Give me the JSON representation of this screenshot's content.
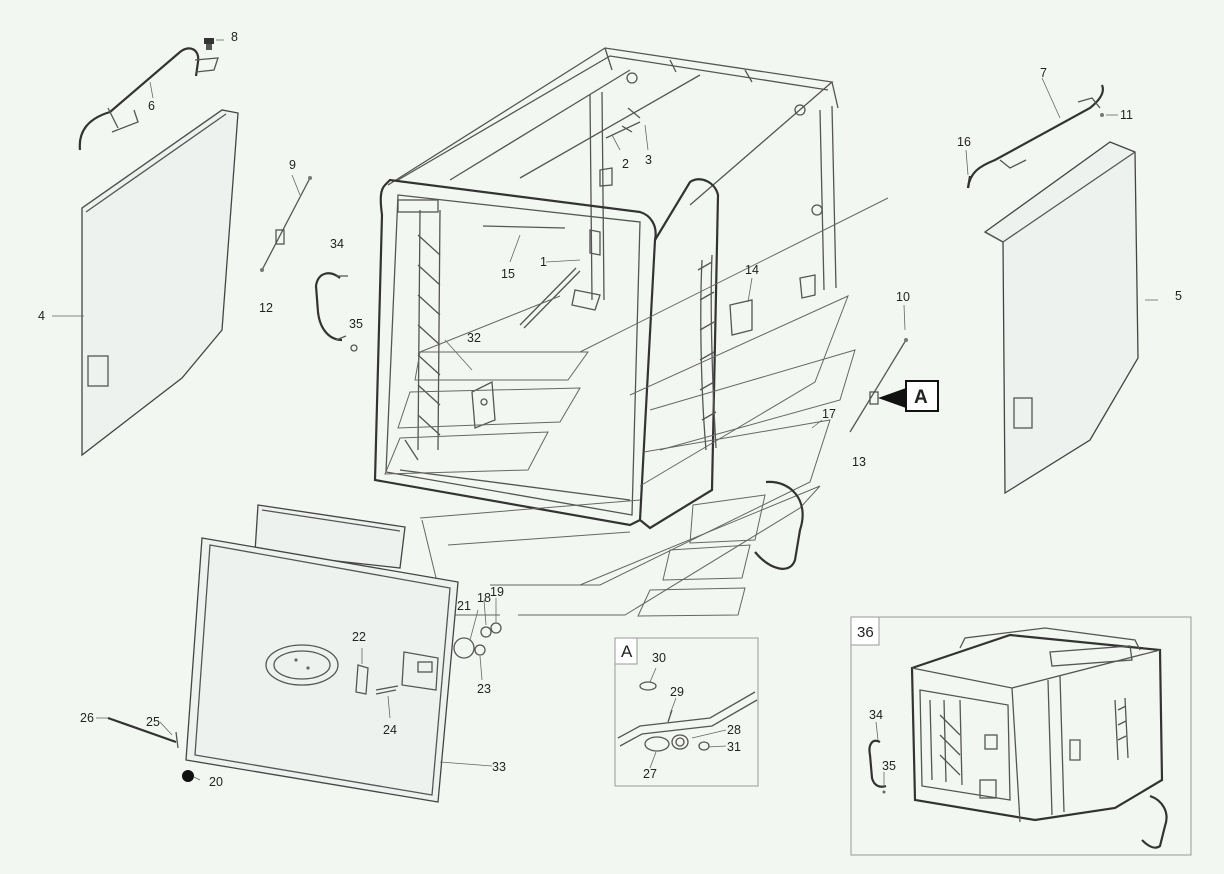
{
  "callouts": {
    "c1": "1",
    "c2": "2",
    "c3": "3",
    "c4": "4",
    "c5": "5",
    "c6": "6",
    "c7": "7",
    "c8": "8",
    "c9": "9",
    "c10": "10",
    "c11": "11",
    "c12": "12",
    "c13": "13",
    "c14": "14",
    "c15": "15",
    "c16": "16",
    "c17": "17",
    "c18": "18",
    "c19": "19",
    "c20": "20",
    "c21": "21",
    "c22": "22",
    "c23": "23",
    "c24": "24",
    "c25": "25",
    "c26": "26",
    "c27": "27",
    "c28": "28",
    "c29": "29",
    "c30": "30",
    "c31": "31",
    "c32": "32",
    "c33": "33",
    "c34": "34",
    "c35": "35",
    "c34b": "34",
    "c35b": "35"
  },
  "detail_view": {
    "marker": "A",
    "title": "A"
  },
  "inset": {
    "number": "36"
  },
  "colors": {
    "background": "#f3f7f1",
    "line": "#444444",
    "panel": "#eef2ee"
  }
}
